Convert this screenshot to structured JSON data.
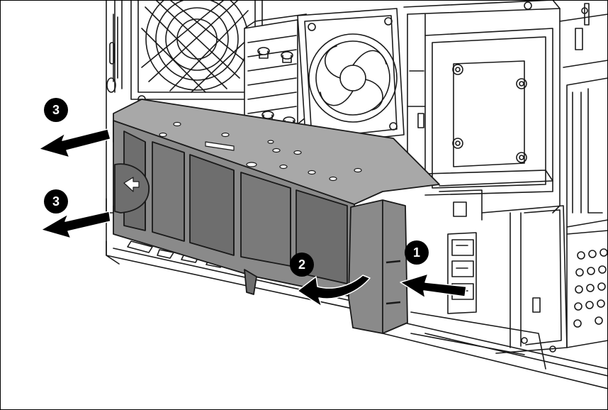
{
  "steps": [
    {
      "id": "step-1",
      "label": "1"
    },
    {
      "id": "step-2",
      "label": "2"
    },
    {
      "id": "step-3a",
      "label": "3"
    },
    {
      "id": "step-3b",
      "label": "3"
    }
  ],
  "colors": {
    "line": "#1a1a1a",
    "shroud_fill": "#8a8a8a",
    "shroud_dark": "#6e6e6e",
    "shroud_light": "#a8a8a8",
    "badge": "#000000",
    "arrow": "#000000",
    "background": "#ffffff"
  }
}
